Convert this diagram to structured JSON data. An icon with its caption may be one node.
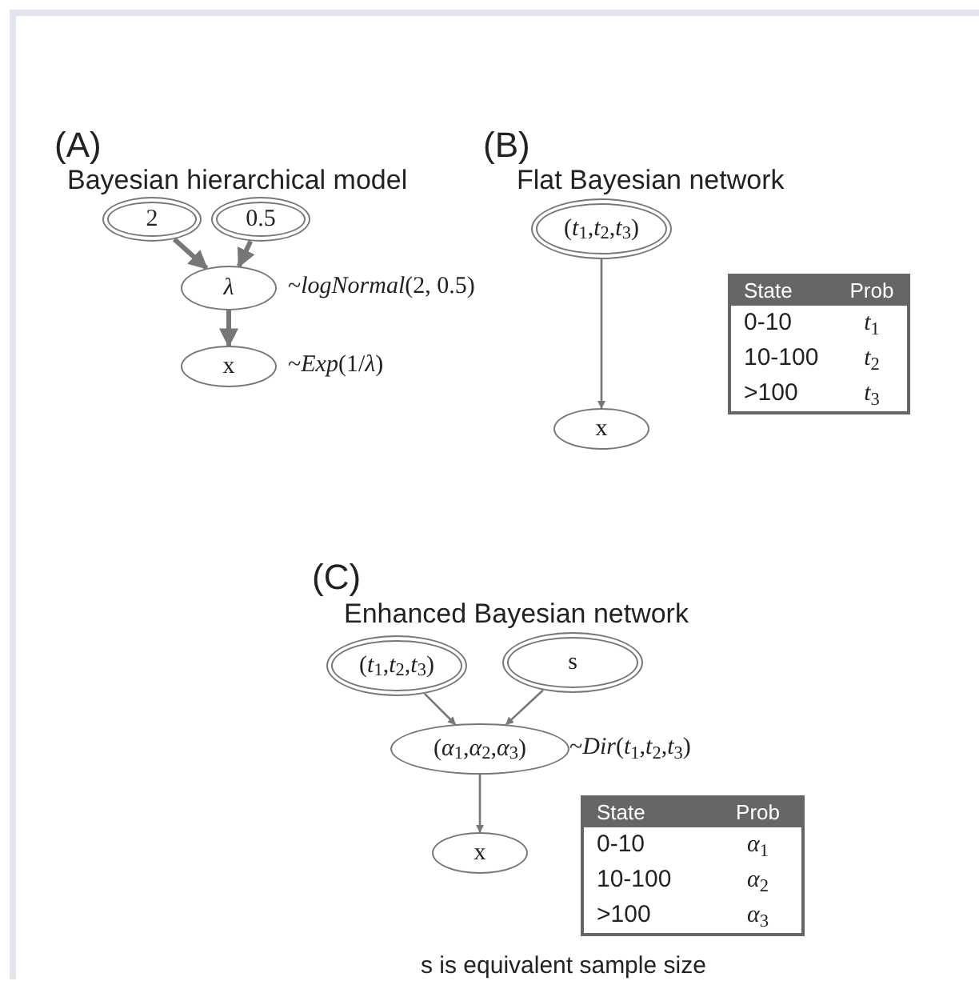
{
  "diagram": {
    "nodes": [
      {
        "text": [
          "2"
        ]
      },
      {
        "text": [
          "0.5"
        ]
      },
      {
        "text": [
          "*λ*"
        ],
        "beside": [
          "~*logNormal*(2, 0.5)"
        ]
      },
      {
        "text": [
          "x"
        ],
        "beside": [
          "~*Exp*(1/*λ*)"
        ]
      },
      {
        "text": [
          "(*t*$_{1}$,*t*$_{2}$,*t*$_{3}$)"
        ]
      },
      {
        "text": [
          "x"
        ]
      },
      {
        "text": [
          "(*t*$_{1}$,*t*$_{2}$,*t*$_{3}$)"
        ]
      },
      {
        "text": [
          "s"
        ]
      },
      {
        "text": [
          "(*α*$_{1}$,*α*$_{2}$,*α*$_{3}$)"
        ],
        "beside": [
          "~*Dir*(*t*$_{1}$,*t*$_{2}$,*t*$_{3}$)"
        ]
      },
      {
        "text": [
          "x"
        ]
      }
    ],
    "edges": [
      {
        "from": 0,
        "to": 2,
        "arrow": "to",
        "style": "thick"
      },
      {
        "from": 1,
        "to": 2,
        "arrow": "to",
        "style": "thick"
      },
      {
        "from": 2,
        "to": 3,
        "arrow": "to",
        "style": "thick"
      },
      {
        "from": 4,
        "to": 5,
        "arrow": "to"
      },
      {
        "from": 6,
        "to": 8,
        "arrow": "to"
      },
      {
        "from": 7,
        "to": 8,
        "arrow": "to"
      },
      {
        "from": 8,
        "to": 9,
        "arrow": "to"
      }
    ],
    "labels": [
      "(A)",
      "Bayesian hierarchical model",
      "(B)",
      "Flat Bayesian network",
      "State",
      "Prob",
      "0-10",
      "*t*$_{1}$",
      "10-100",
      "*t*$_{2}$",
      ">100",
      "*t*$_{3}$",
      "(C)",
      "Enhanced Bayesian network",
      "State",
      "Prob",
      "0-10",
      "*α*$_{1}$",
      "10-100",
      "*α*$_{2}$",
      ">100",
      "*α*$_{3}$",
      "s is equivalent sample size"
    ]
  }
}
